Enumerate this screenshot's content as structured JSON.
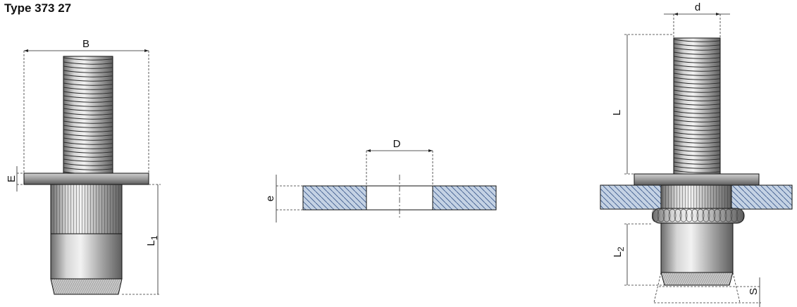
{
  "title": "Type 373 27",
  "labels": {
    "B": "B",
    "E": "E",
    "L1_main": "L",
    "L1_sub": "1",
    "D": "D",
    "e": "e",
    "d": "d",
    "L": "L",
    "L2_main": "L",
    "L2_sub": "2",
    "S": "S"
  },
  "colors": {
    "metal_light": "#e6e6e6",
    "metal_mid": "#b0b0b0",
    "metal_dark": "#6c6c6c",
    "sheet_fill": "#c4d2e4",
    "sheet_hatch": "#3c5a8c"
  }
}
